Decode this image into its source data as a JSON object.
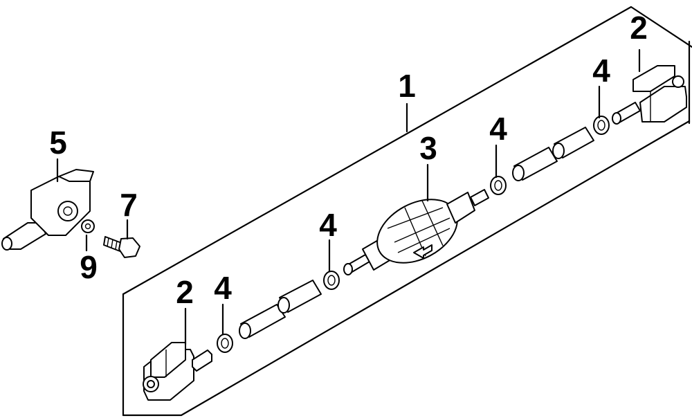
{
  "callouts": {
    "c1": "1",
    "c2_top": "2",
    "c2_bottom": "2",
    "c3": "3",
    "c4_a": "4",
    "c4_b": "4",
    "c4_c": "4",
    "c4_d": "4",
    "c5": "5",
    "c7": "7",
    "c9": "9"
  }
}
